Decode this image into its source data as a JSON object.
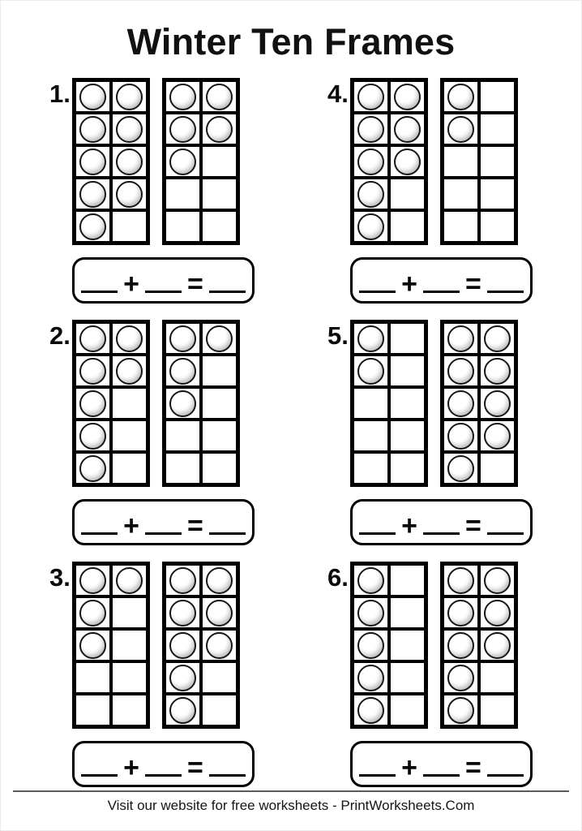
{
  "page": {
    "title": "Winter Ten Frames",
    "footer": "Visit our website for free worksheets - PrintWorksheets.Com"
  },
  "equation": {
    "plus": "+",
    "equals": "="
  },
  "icons": {
    "counter": "snowball-icon"
  },
  "colors": {
    "ink": "#000000",
    "snowball_shade": "#cfcfcf",
    "divider": "#5a5a5a"
  },
  "problems": [
    {
      "number": "1.",
      "frame_left": {
        "count": 9,
        "cells": [
          1,
          1,
          1,
          1,
          1,
          1,
          1,
          1,
          1,
          0
        ]
      },
      "frame_right": {
        "count": 5,
        "cells": [
          1,
          1,
          1,
          1,
          1,
          0,
          0,
          0,
          0,
          0
        ]
      }
    },
    {
      "number": "2.",
      "frame_left": {
        "count": 7,
        "cells": [
          1,
          1,
          1,
          1,
          1,
          0,
          1,
          0,
          1,
          0
        ]
      },
      "frame_right": {
        "count": 4,
        "cells": [
          1,
          1,
          1,
          0,
          1,
          0,
          0,
          0,
          0,
          0
        ]
      }
    },
    {
      "number": "3.",
      "frame_left": {
        "count": 4,
        "cells": [
          1,
          1,
          1,
          0,
          1,
          0,
          0,
          0,
          0,
          0
        ]
      },
      "frame_right": {
        "count": 8,
        "cells": [
          1,
          1,
          1,
          1,
          1,
          1,
          1,
          0,
          1,
          0
        ]
      }
    },
    {
      "number": "4.",
      "frame_left": {
        "count": 8,
        "cells": [
          1,
          1,
          1,
          1,
          1,
          1,
          1,
          0,
          1,
          0
        ]
      },
      "frame_right": {
        "count": 2,
        "cells": [
          1,
          0,
          1,
          0,
          0,
          0,
          0,
          0,
          0,
          0
        ]
      }
    },
    {
      "number": "5.",
      "frame_left": {
        "count": 2,
        "cells": [
          1,
          0,
          1,
          0,
          0,
          0,
          0,
          0,
          0,
          0
        ]
      },
      "frame_right": {
        "count": 9,
        "cells": [
          1,
          1,
          1,
          1,
          1,
          1,
          1,
          1,
          1,
          0
        ]
      }
    },
    {
      "number": "6.",
      "frame_left": {
        "count": 5,
        "cells": [
          1,
          0,
          1,
          0,
          1,
          0,
          1,
          0,
          1,
          0
        ]
      },
      "frame_right": {
        "count": 8,
        "cells": [
          1,
          1,
          1,
          1,
          1,
          1,
          1,
          0,
          1,
          0
        ]
      }
    }
  ]
}
